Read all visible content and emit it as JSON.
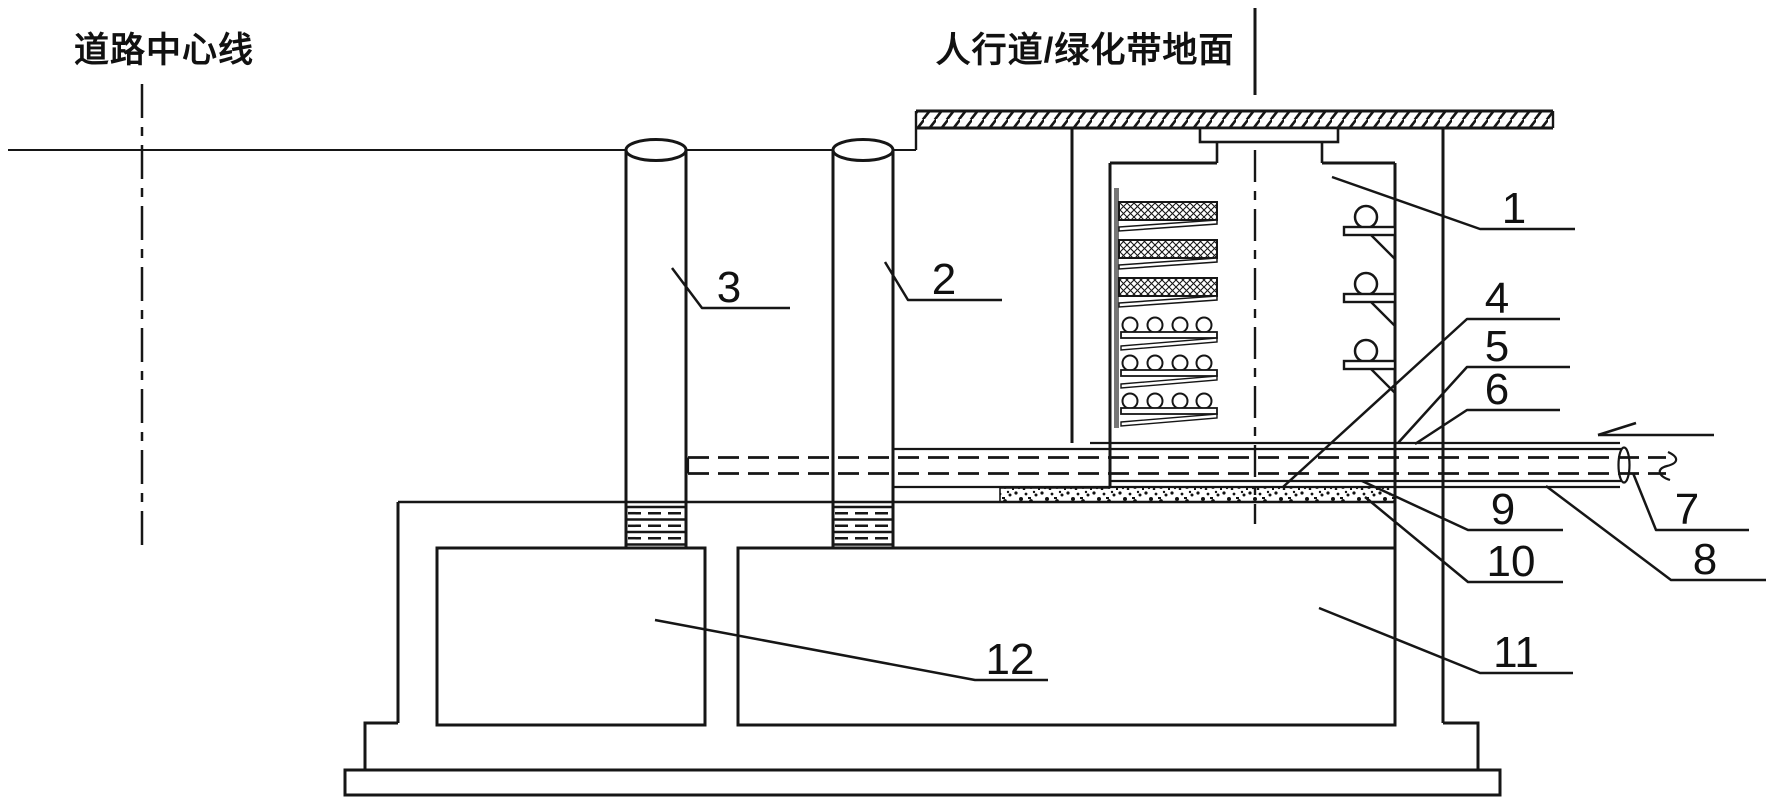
{
  "figure": {
    "type": "patent-cross-section-diagram",
    "captions": {
      "road_centerline": "道路中心线",
      "sidewalk_ground": "人行道/绿化带地面"
    },
    "labels": {
      "n1": "1",
      "n2": "2",
      "n3": "3",
      "n4": "4",
      "n5": "5",
      "n6": "6",
      "n7": "7",
      "n8": "8",
      "n9": "9",
      "n10": "10",
      "n11": "11",
      "n12": "12"
    },
    "line_color": "#161616",
    "background_color": "#ffffff"
  }
}
